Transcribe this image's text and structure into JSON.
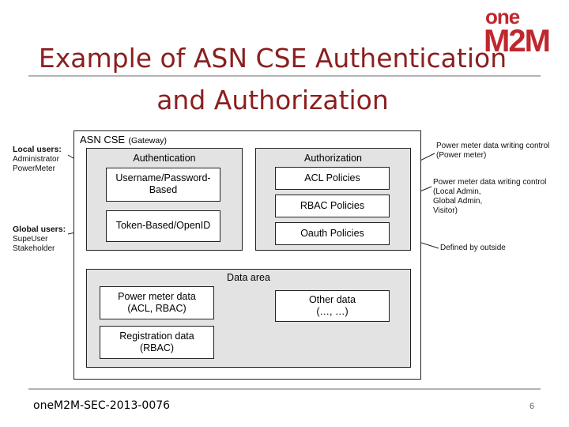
{
  "slide": {
    "title_line1": "Example of ASN CSE Authentication",
    "title_line2": "and Authorization",
    "logo_top": "one",
    "logo_bottom": "M2M",
    "footer_doc_id": "oneM2M-SEC-2013-0076",
    "page_number": "6"
  },
  "diagram": {
    "outer_title": "ASN CSE",
    "outer_subtitle": "(Gateway)",
    "authentication": {
      "header": "Authentication",
      "methods": [
        "Username/Password-Based",
        "Token-Based/OpenID"
      ]
    },
    "authorization": {
      "header": "Authorization",
      "policies": [
        "ACL Policies",
        "RBAC Policies",
        "Oauth Policies"
      ]
    },
    "data_area": {
      "header": "Data area",
      "items": [
        {
          "line1": "Power meter data",
          "line2": "(ACL, RBAC)"
        },
        {
          "line1": "Other data",
          "line2": "(…, …)"
        },
        {
          "line1": "Registration data",
          "line2": "(RBAC)"
        }
      ]
    },
    "annotations": {
      "local_users": {
        "heading": "Local users:",
        "lines": [
          "Administrator",
          "PowerMeter"
        ]
      },
      "global_users": {
        "heading": "Global users:",
        "lines": [
          "SupeUser",
          "Stakeholder"
        ]
      },
      "acl_note": {
        "lines": [
          "Power meter data writing control",
          "(Power meter)"
        ]
      },
      "rbac_note": {
        "lines": [
          "Power meter data writing control",
          "(Local Admin,",
          "Global Admin,",
          "Visitor)"
        ]
      },
      "oauth_note": {
        "lines": [
          "Defined by outside"
        ]
      }
    }
  }
}
